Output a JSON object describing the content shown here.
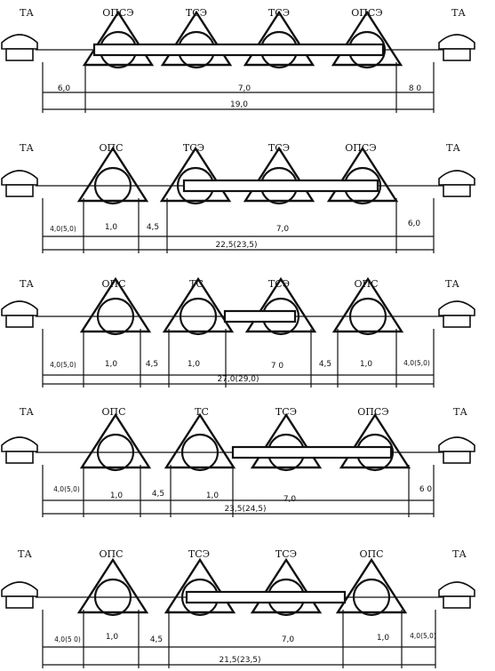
{
  "schemes": [
    {
      "labels": [
        "ТА",
        "ОПСЭ",
        "ТСЭ",
        "ТСЭ",
        "ОПСЭ",
        "ТА"
      ],
      "dims": [
        "6,0",
        "7,0",
        "8 0"
      ],
      "total": "19,0"
    },
    {
      "labels": [
        "ТА",
        "ОПС",
        "ТСЭ",
        "ТСЭ",
        "ОПСЭ",
        "ТА"
      ],
      "dims": [
        "4,0(5,0)",
        "1,0",
        "4,5",
        "7,0",
        "6,0"
      ],
      "total": "22,5(23,5)"
    },
    {
      "labels": [
        "ТА",
        "ОПС",
        "ТС",
        "ТСЭ",
        "ОПС",
        "ТА"
      ],
      "dims": [
        "4,0(5,0)",
        "1,0",
        "4,5",
        "1,0",
        "7 0",
        "4,5",
        "1,0",
        "4,0(5,0)"
      ],
      "total": "27,0(29,0)"
    },
    {
      "labels": [
        "ТА",
        "ОПС",
        "ТС",
        "ТСЭ",
        "ОПСЭ",
        "ТА"
      ],
      "dims": [
        "4,0(5,0)",
        "1,0",
        "4,5",
        "1,0",
        "7,0",
        "6 0"
      ],
      "total": "23,5(24,5)"
    },
    {
      "labels": [
        "ТА",
        "ОПС",
        "ТСЭ",
        "ТСЭ",
        "ОПС",
        "ТА"
      ],
      "dims": [
        "4,0(5 0)",
        "1,0",
        "4,5",
        "7,0",
        "1,0",
        "4,0(5,0)"
      ],
      "total": "21,5(23,5)"
    }
  ]
}
